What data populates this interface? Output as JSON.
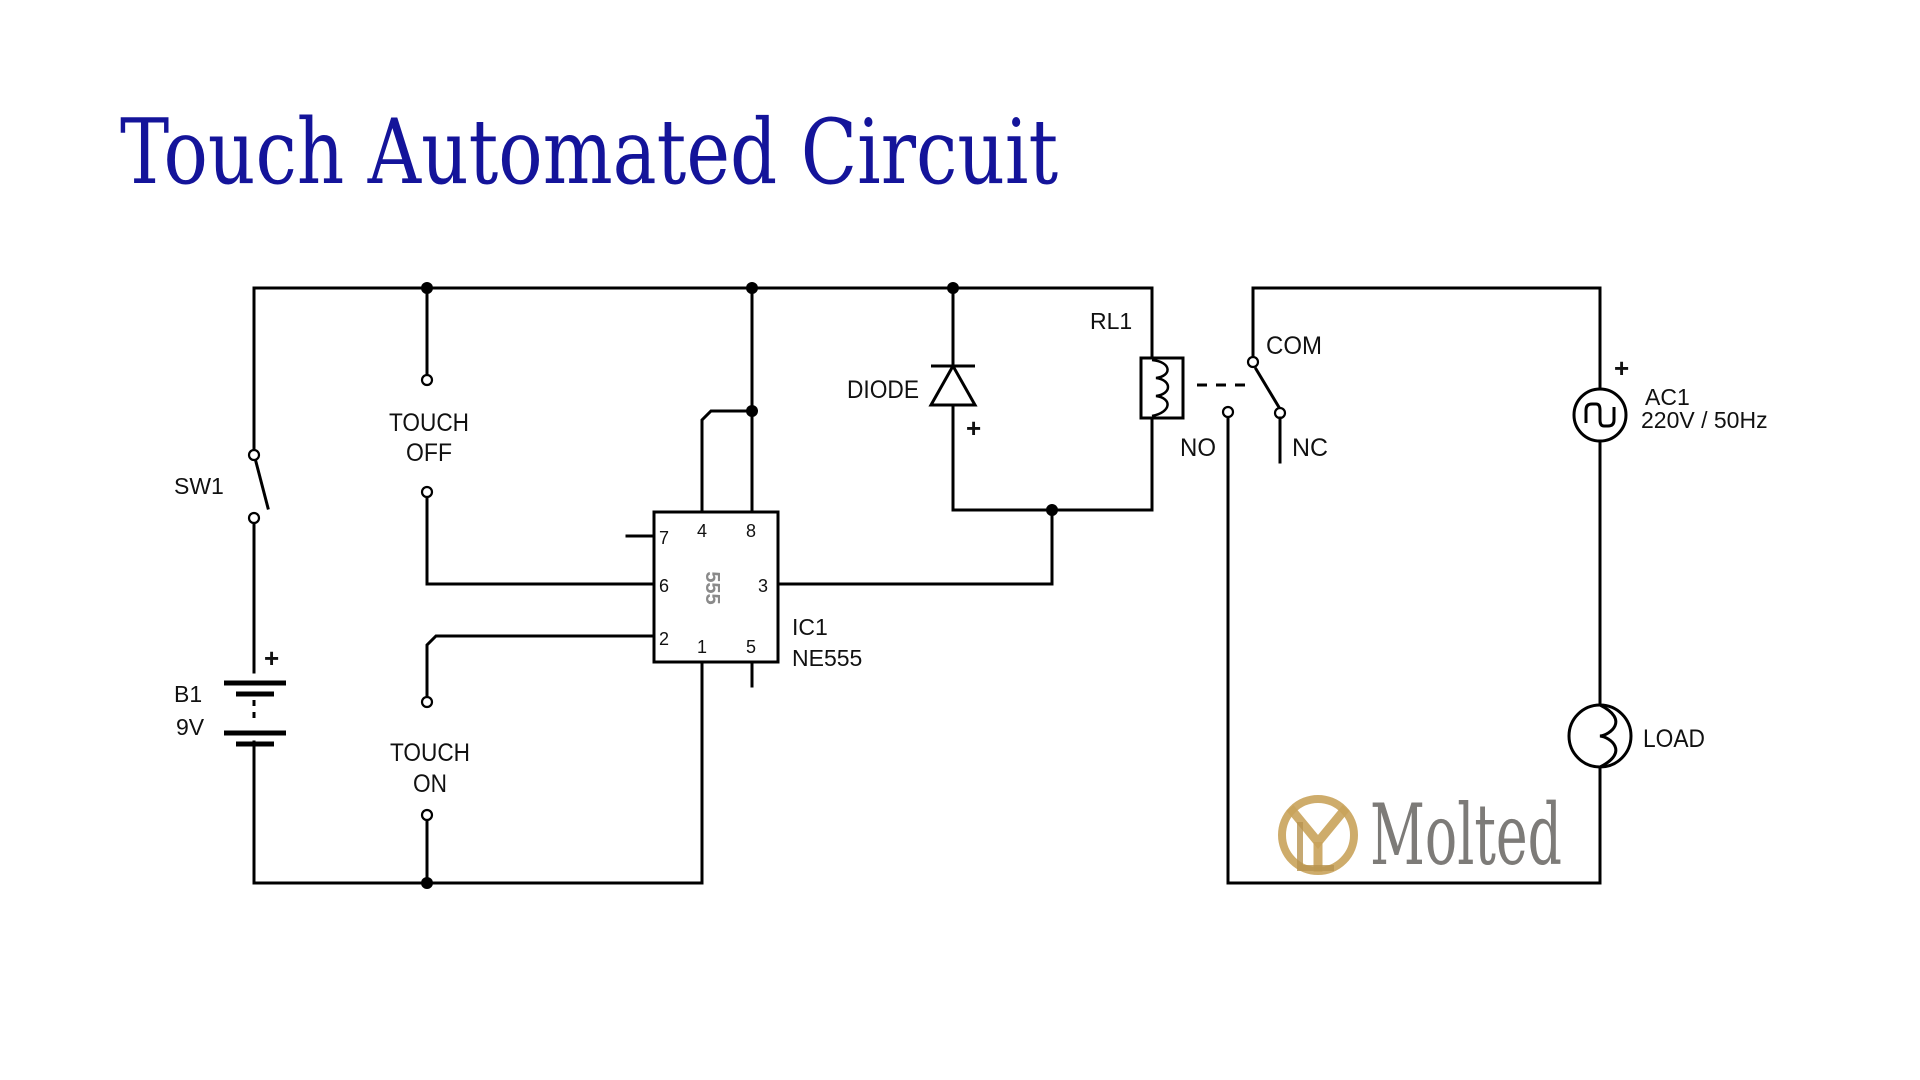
{
  "title": "Touch Automated Circuit",
  "labels": {
    "sw1": "SW1",
    "b1": "B1",
    "b1_voltage": "9V",
    "touch_off_1": "TOUCH",
    "touch_off_2": "OFF",
    "touch_on_1": "TOUCH",
    "touch_on_2": "ON",
    "diode": "DIODE",
    "rl1": "RL1",
    "com": "COM",
    "no": "NO",
    "nc": "NC",
    "ic1": "IC1",
    "ic1_part": "NE555",
    "chip": "555",
    "ac1": "AC1",
    "ac1_rating": "220V / 50Hz",
    "load": "LOAD",
    "plus": "+"
  },
  "pins": {
    "p7": "7",
    "p4": "4",
    "p8": "8",
    "p6": "6",
    "p3": "3",
    "p2": "2",
    "p1": "1",
    "p5": "5"
  },
  "logo": {
    "text": "Molted",
    "gold": "#c9a35b",
    "grey": "#7d7b78"
  },
  "colors": {
    "title": "#14149a",
    "wire": "#000000",
    "background": "#ffffff"
  }
}
